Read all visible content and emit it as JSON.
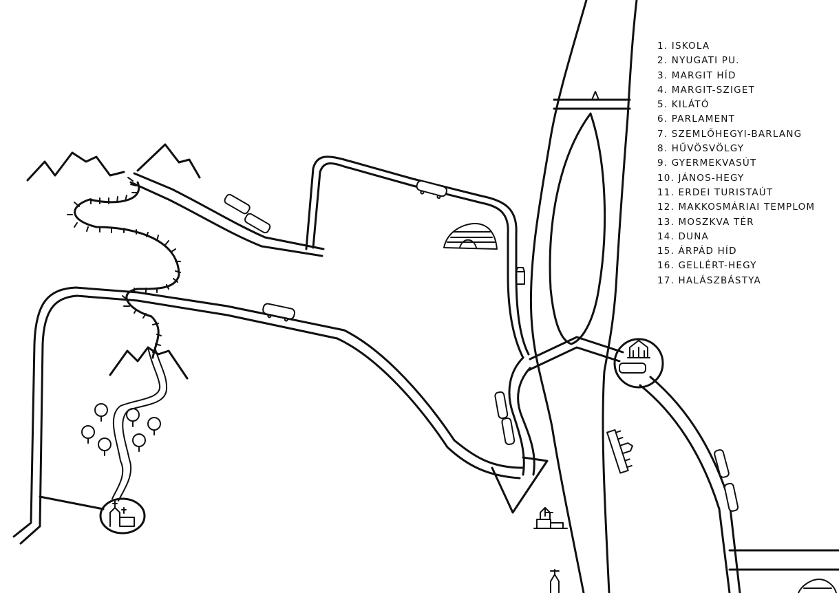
{
  "legend": {
    "items": [
      "1. ISKOLA",
      "2. NYUGATI PU.",
      "3. MARGIT HÍD",
      "4. MARGIT-SZIGET",
      "5. KILÁTÓ",
      "6. PARLAMENT",
      "7. SZEMLŐHEGYI-BARLANG",
      "8. HŰVÖSVÖLGY",
      "9. GYERMEKVASÚT",
      "10. JÁNOS-HEGY",
      "11. ERDEI TURISTAÚT",
      "12. MAKKOSMÁRIAI TEMPLOM",
      "13. MOSZKVA TÉR",
      "14. DUNA",
      "15. ÁRPÁD HÍD",
      "16. GELLÉRT-HEGY",
      "17. HALÁSZBÁSTYA"
    ]
  },
  "colors": {
    "ink": "#111111",
    "paper": "#ffffff"
  }
}
